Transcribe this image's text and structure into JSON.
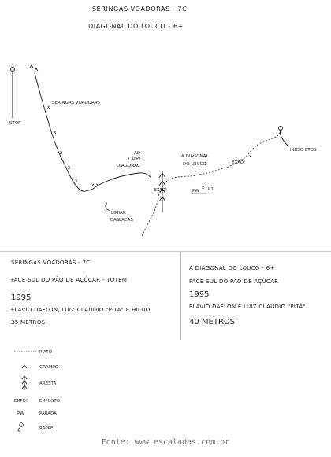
{
  "header": {
    "title": "SERINGAS VOADORAS - 7C",
    "subtitle": "DIAGONAL DO LOUCO - 6+"
  },
  "topo": {
    "stop_label": "STOP",
    "seringas_label": "SERINGAS VOADORAS",
    "ao_lado_line1": "AO",
    "ao_lado_line2": "LADO",
    "ao_lado_line3": "DIAGONAL",
    "diagonal_label_line1": "A DIAGONAL",
    "diagonal_label_line2": "DO LOUCO",
    "expo_label_1": "EXPO!",
    "expo_label_2": "EXPO!",
    "p1_label": "P1",
    "limiar_line1": "LIMIAR",
    "limiar_line2": "DAS",
    "limiar_line3": "LACAS",
    "upper_right_label": "INICIO ETOS"
  },
  "route_left": {
    "name": "SERINGAS VOADORAS - 7C",
    "face": "FACE SUL DO PÃO DE AÇÚCAR - TOTEM",
    "year": "1995",
    "climbers": "FLAVIO DAFLON, LUIZ CLAUDIO \"PITA\" E HILDO",
    "length": "35 METROS"
  },
  "route_right": {
    "name": "A DIAGONAL DO LOUCO - 6+",
    "face": "FACE SUL DO PÃO DE AÇÚCAR",
    "year": "1995",
    "climbers": "FLAVIO DAFLON E LUIZ CLAUDIO \"PITA\"",
    "length": "40 METROS"
  },
  "legend": {
    "items": [
      {
        "symbol": "piato",
        "label": "PIATO"
      },
      {
        "symbol": "grampo",
        "label": "GRAMPO"
      },
      {
        "symbol": "aresta",
        "label": "ARESTA"
      },
      {
        "symbol": "expo",
        "symbol_text": "EXPO!",
        "label": "EXPOSTO"
      },
      {
        "symbol": "parada",
        "symbol_text": "PW",
        "label": "PARADA"
      },
      {
        "symbol": "rappel",
        "label": "RAPPEL"
      }
    ]
  },
  "footer": {
    "source": "Fonte: www.escaladas.com.br"
  }
}
